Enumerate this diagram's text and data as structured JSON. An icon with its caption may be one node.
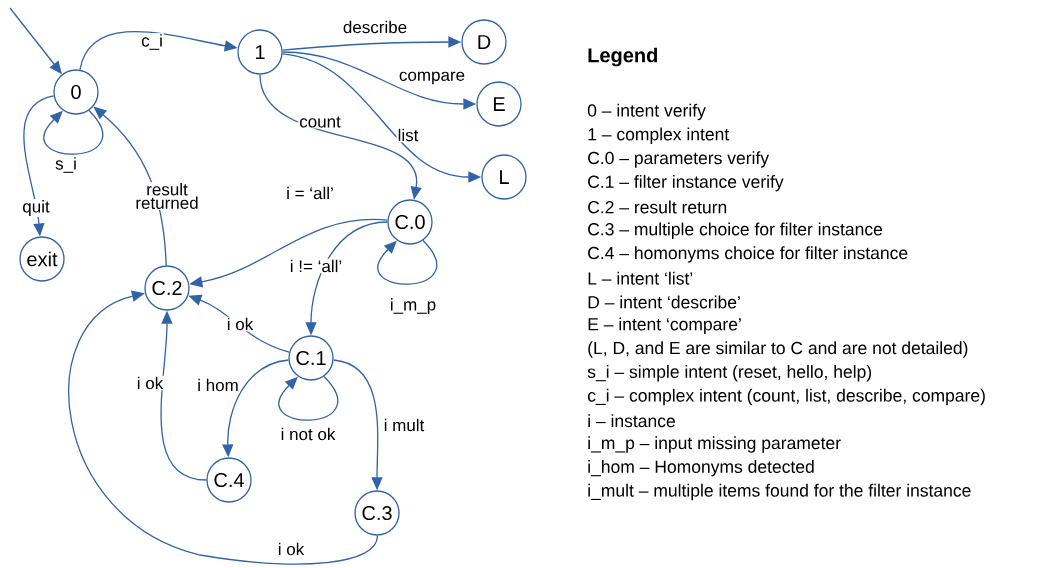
{
  "diagram": {
    "nodes": [
      {
        "text": [
          "0"
        ]
      },
      {
        "text": [
          "1"
        ]
      },
      {
        "text": [
          "D"
        ]
      },
      {
        "text": [
          "E"
        ]
      },
      {
        "text": [
          "L"
        ]
      },
      {
        "text": [
          "C.0"
        ]
      },
      {
        "text": [
          "exit"
        ]
      },
      {
        "text": [
          "C.2"
        ]
      },
      {
        "text": [
          "C.1"
        ]
      },
      {
        "text": [
          "C.4"
        ]
      },
      {
        "text": [
          "C.3"
        ]
      }
    ],
    "edges": [
      {
        "from": null,
        "to": 0,
        "arrow": "to"
      },
      {
        "from": 0,
        "to": 1,
        "arrow": "to",
        "label": "c_i"
      },
      {
        "from": 0,
        "to": 0,
        "arrow": "to",
        "label": "s_i"
      },
      {
        "from": 0,
        "to": 6,
        "arrow": "to",
        "label": "quit"
      },
      {
        "from": 7,
        "to": 0,
        "arrow": "to",
        "label": "result returned"
      },
      {
        "from": 1,
        "to": 2,
        "arrow": "to",
        "label": "describe"
      },
      {
        "from": 1,
        "to": 3,
        "arrow": "to",
        "label": "compare"
      },
      {
        "from": 1,
        "to": 4,
        "arrow": "to",
        "label": "list"
      },
      {
        "from": 1,
        "to": 5,
        "arrow": "to",
        "label": "count"
      },
      {
        "from": 5,
        "to": 7,
        "arrow": "to",
        "label": "i = ‘all’"
      },
      {
        "from": 5,
        "to": 8,
        "arrow": "to",
        "label": "i != ‘all’"
      },
      {
        "from": 5,
        "to": 5,
        "arrow": "to",
        "label": "i_m_p"
      },
      {
        "from": 8,
        "to": 7,
        "arrow": "to",
        "label": "i ok"
      },
      {
        "from": 8,
        "to": 9,
        "arrow": "to",
        "label": "i hom"
      },
      {
        "from": 8,
        "to": 8,
        "arrow": "to",
        "label": "i not ok"
      },
      {
        "from": 8,
        "to": 10,
        "arrow": "to",
        "label": "i mult"
      },
      {
        "from": 9,
        "to": 7,
        "arrow": "to",
        "label": "i ok"
      },
      {
        "from": 10,
        "to": 7,
        "arrow": "to",
        "label": "i ok"
      }
    ],
    "labels": [
      "Legend",
      "0 – intent verify",
      "1 – complex intent",
      "C.0 – parameters verify",
      "C.1 – filter instance verify",
      "C.2 – result return",
      "C.3 – multiple choice for filter instance",
      "C.4 – homonyms choice for filter instance",
      "L – intent ‘list’",
      "D – intent ‘describe’",
      "E – intent ‘compare’",
      "(L, D, and E are similar to C and are not detailed)",
      "s_i – simple intent (reset, hello, help)",
      "c_i – complex intent (count, list, describe, compare)",
      "i – instance",
      "i_m_p – input missing parameter",
      "i_hom – Homonyms detected",
      "i_mult – multiple items found for the filter instance"
    ]
  }
}
